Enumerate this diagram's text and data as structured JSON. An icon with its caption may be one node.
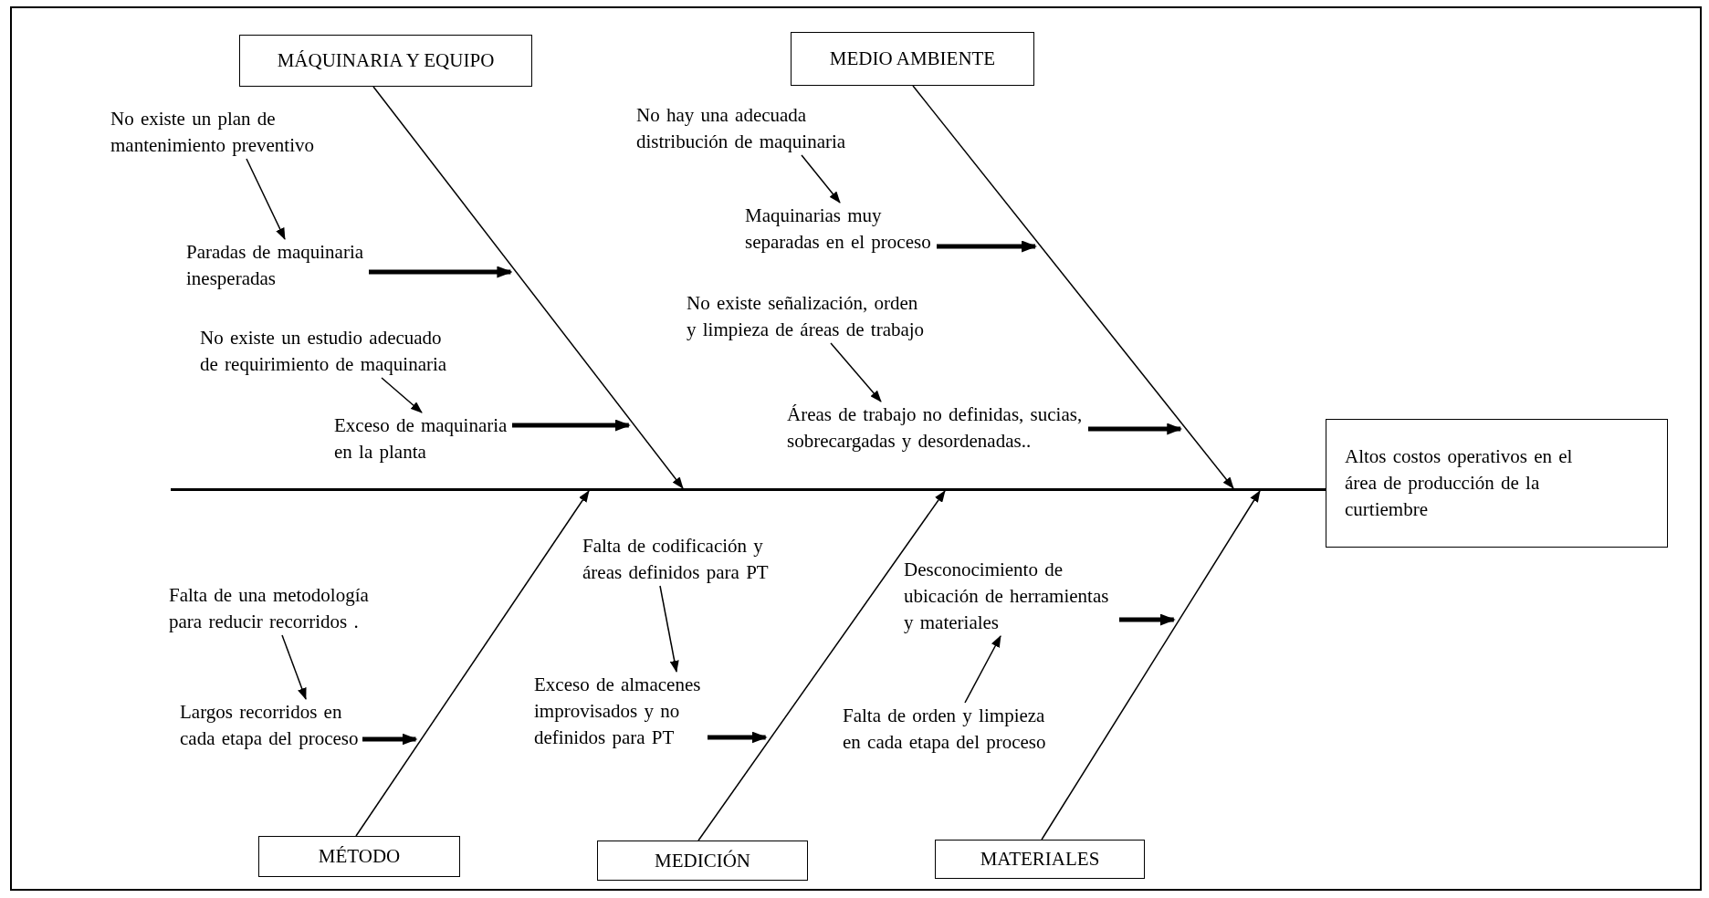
{
  "diagram": {
    "nodes": [
      {
        "text": [
          "MÁQUINARIA Y EQUIPO"
        ]
      },
      {
        "text": [
          "MEDIO AMBIENTE"
        ]
      },
      {
        "text": [
          "No existe un plan de mantenimiento preventivo"
        ]
      },
      {
        "text": [
          "No hay una adecuada distribución de maquinaria"
        ]
      },
      {
        "text": [
          "Paradas de maquinaria inesperadas"
        ]
      },
      {
        "text": [
          "Maquinarias muy separadas en el proceso"
        ]
      },
      {
        "text": [
          "No existe señalización, orden y limpieza de áreas de trabajo"
        ]
      },
      {
        "text": [
          "No existe un estudio adecuado de requirimiento de maquinaria"
        ]
      },
      {
        "text": [
          "Áreas de trabajo no definidas, sucias, sobrecargadas y desordenadas.."
        ]
      },
      {
        "text": [
          "Exceso de maquinaria en la planta"
        ]
      },
      {
        "text": [
          "Altos costos operativos en el área de producción de la curtiembre"
        ]
      },
      {
        "text": [],
        "shape": "bar"
      },
      {
        "text": [
          "Falta de codificación y áreas definidos para PT"
        ]
      },
      {
        "text": [
          "Falta de una metodología para reducir recorridos ."
        ]
      },
      {
        "text": [
          "Desconocimiento de ubicación de herramientas y materiales"
        ]
      },
      {
        "text": [
          "Largos recorridos en cada etapa del proceso"
        ]
      },
      {
        "text": [
          "Exceso de almacenes improvisados y no definidos para PT"
        ]
      },
      {
        "text": [
          "Falta de orden y limpieza en cada etapa del proceso"
        ]
      },
      {
        "text": [
          "MÉTODO"
        ]
      },
      {
        "text": [
          "MEDICIÓN"
        ]
      },
      {
        "text": [
          "MATERIALES"
        ]
      }
    ],
    "edges": [
      {
        "from": 0,
        "to": 11,
        "arrow": "to"
      },
      {
        "from": 1,
        "to": 11,
        "arrow": "to"
      },
      {
        "from": 18,
        "to": 11,
        "arrow": "to"
      },
      {
        "from": 19,
        "to": 11,
        "arrow": "to"
      },
      {
        "from": 20,
        "to": 11,
        "arrow": "to"
      },
      {
        "from": 2,
        "to": 4,
        "arrow": "to"
      },
      {
        "from": 4,
        "to": null,
        "arrow": "to",
        "style": "thick"
      },
      {
        "from": 7,
        "to": 9,
        "arrow": "to"
      },
      {
        "from": 9,
        "to": null,
        "arrow": "to",
        "style": "thick"
      },
      {
        "from": 3,
        "to": 5,
        "arrow": "to"
      },
      {
        "from": 5,
        "to": null,
        "arrow": "to",
        "style": "thick"
      },
      {
        "from": 6,
        "to": 8,
        "arrow": "to"
      },
      {
        "from": 8,
        "to": null,
        "arrow": "to",
        "style": "thick"
      },
      {
        "from": 13,
        "to": 15,
        "arrow": "to"
      },
      {
        "from": 15,
        "to": null,
        "arrow": "to",
        "style": "thick"
      },
      {
        "from": 12,
        "to": 16,
        "arrow": "to"
      },
      {
        "from": 16,
        "to": null,
        "arrow": "to",
        "style": "thick"
      },
      {
        "from": 17,
        "to": 14,
        "arrow": "to"
      },
      {
        "from": 14,
        "to": null,
        "arrow": "to",
        "style": "thick"
      }
    ]
  }
}
